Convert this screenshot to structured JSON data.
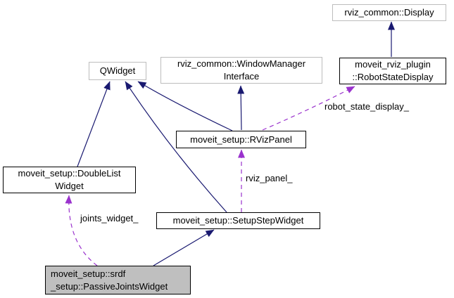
{
  "diagram_type": "class-collaboration-diagram",
  "colors": {
    "inheritance_edge": "#191970",
    "usage_edge": "#9a32cd",
    "external_node_border": "#bdbdbd",
    "linked_node_border": "#000000",
    "current_node_fill": "#bfbfbf",
    "background": "#ffffff"
  },
  "nodes": {
    "qwidget": {
      "label": "QWidget"
    },
    "wmi": {
      "line1": "rviz_common::WindowManager",
      "line2": "Interface"
    },
    "display": {
      "label": "rviz_common::Display"
    },
    "rsd": {
      "line1": "moveit_rviz_plugin",
      "line2": "::RobotStateDisplay"
    },
    "rvizpanel": {
      "label": "moveit_setup::RVizPanel"
    },
    "doublelist": {
      "line1": "moveit_setup::DoubleList",
      "line2": "Widget"
    },
    "setupstep": {
      "label": "moveit_setup::SetupStepWidget"
    },
    "passivejoints": {
      "line1": "moveit_setup::srdf",
      "line2": "_setup::PassiveJointsWidget"
    }
  },
  "edge_labels": {
    "robot_state_display": "robot_state_display_",
    "rviz_panel": "rviz_panel_",
    "joints_widget": "joints_widget_"
  }
}
